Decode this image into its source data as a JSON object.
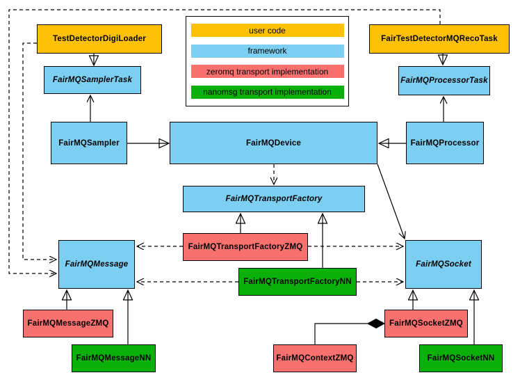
{
  "legend": {
    "items": [
      {
        "label": "user code",
        "color": "#FEC106",
        "category": "user-code"
      },
      {
        "label": "framework",
        "color": "#7DCFF2",
        "category": "framework"
      },
      {
        "label": "zeromq transport implementation",
        "color": "#F8716F",
        "category": "zeromq"
      },
      {
        "label": "nanomsg transport implementation",
        "color": "#0BB00B",
        "category": "nanomsg"
      }
    ]
  },
  "classes": {
    "digiloader": {
      "label": "TestDetectorDigiLoader",
      "category": "user-code",
      "abstract": false
    },
    "recotask": {
      "label": "FairTestDetectorMQRecoTask",
      "category": "user-code",
      "abstract": false
    },
    "samplertask": {
      "label": "FairMQSamplerTask",
      "category": "framework",
      "abstract": true
    },
    "processortask": {
      "label": "FairMQProcessorTask",
      "category": "framework",
      "abstract": true
    },
    "sampler": {
      "label": "FairMQSampler",
      "category": "framework",
      "abstract": false
    },
    "device": {
      "label": "FairMQDevice",
      "category": "framework",
      "abstract": false
    },
    "processor": {
      "label": "FairMQProcessor",
      "category": "framework",
      "abstract": false
    },
    "transportfactory": {
      "label": "FairMQTransportFactory",
      "category": "framework",
      "abstract": true
    },
    "tfzmq": {
      "label": "FairMQTransportFactoryZMQ",
      "category": "zeromq",
      "abstract": false
    },
    "tfnn": {
      "label": "FairMQTransportFactoryNN",
      "category": "nanomsg",
      "abstract": false
    },
    "message": {
      "label": "FairMQMessage",
      "category": "framework",
      "abstract": true
    },
    "socket": {
      "label": "FairMQSocket",
      "category": "framework",
      "abstract": true
    },
    "messagezmq": {
      "label": "FairMQMessageZMQ",
      "category": "zeromq",
      "abstract": false
    },
    "messagenn": {
      "label": "FairMQMessageNN",
      "category": "nanomsg",
      "abstract": false
    },
    "socketzmq": {
      "label": "FairMQSocketZMQ",
      "category": "zeromq",
      "abstract": false
    },
    "socketnn": {
      "label": "FairMQSocketNN",
      "category": "nanomsg",
      "abstract": false
    },
    "contextzmq": {
      "label": "FairMQContextZMQ",
      "category": "zeromq",
      "abstract": false
    }
  },
  "relations": [
    {
      "from": "TestDetectorDigiLoader",
      "to": "FairMQSamplerTask",
      "type": "inheritance"
    },
    {
      "from": "FairTestDetectorMQRecoTask",
      "to": "FairMQProcessorTask",
      "type": "inheritance"
    },
    {
      "from": "FairMQSampler",
      "to": "FairMQSamplerTask",
      "type": "association"
    },
    {
      "from": "FairMQProcessor",
      "to": "FairMQProcessorTask",
      "type": "association"
    },
    {
      "from": "FairMQSampler",
      "to": "FairMQDevice",
      "type": "inheritance"
    },
    {
      "from": "FairMQProcessor",
      "to": "FairMQDevice",
      "type": "inheritance"
    },
    {
      "from": "FairMQDevice",
      "to": "FairMQTransportFactory",
      "type": "dependency"
    },
    {
      "from": "FairMQDevice",
      "to": "FairMQSocket",
      "type": "association"
    },
    {
      "from": "FairMQTransportFactoryZMQ",
      "to": "FairMQTransportFactory",
      "type": "inheritance"
    },
    {
      "from": "FairMQTransportFactoryNN",
      "to": "FairMQTransportFactory",
      "type": "inheritance"
    },
    {
      "from": "FairMQTransportFactoryZMQ",
      "to": "FairMQMessage",
      "type": "dependency"
    },
    {
      "from": "FairMQTransportFactoryZMQ",
      "to": "FairMQSocket",
      "type": "dependency"
    },
    {
      "from": "FairMQTransportFactoryNN",
      "to": "FairMQMessage",
      "type": "dependency"
    },
    {
      "from": "FairMQTransportFactoryNN",
      "to": "FairMQSocket",
      "type": "dependency"
    },
    {
      "from": "TestDetectorDigiLoader",
      "to": "FairMQMessage",
      "type": "dependency"
    },
    {
      "from": "FairTestDetectorMQRecoTask",
      "to": "FairMQMessage",
      "type": "dependency"
    },
    {
      "from": "FairMQMessageZMQ",
      "to": "FairMQMessage",
      "type": "inheritance"
    },
    {
      "from": "FairMQMessageNN",
      "to": "FairMQMessage",
      "type": "inheritance"
    },
    {
      "from": "FairMQSocketZMQ",
      "to": "FairMQSocket",
      "type": "inheritance"
    },
    {
      "from": "FairMQSocketNN",
      "to": "FairMQSocket",
      "type": "inheritance"
    },
    {
      "from": "FairMQSocketZMQ",
      "to": "FairMQContextZMQ",
      "type": "composition"
    }
  ]
}
